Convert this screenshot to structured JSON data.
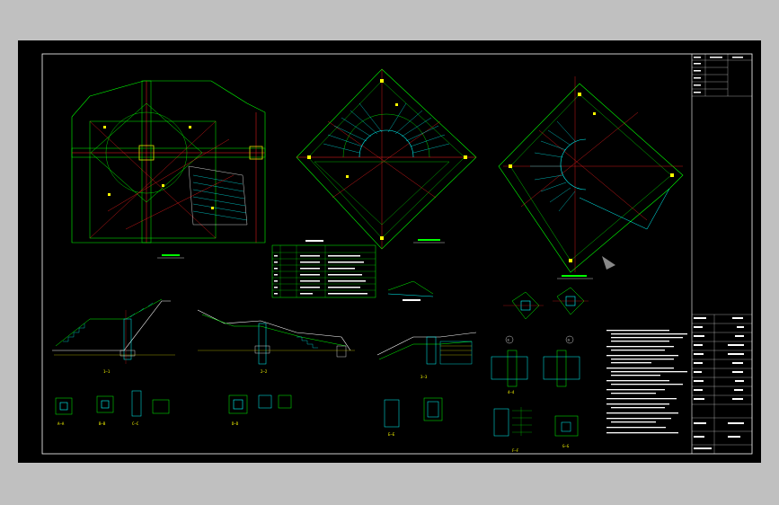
{
  "colors": {
    "background": "#c0c0c0",
    "sheet": "#000000",
    "line_structure": "#00ff00",
    "line_axis": "#ff2020",
    "line_member": "#00ffff",
    "line_border": "#ffffff",
    "line_dim": "#ffff00"
  },
  "section_marks": {
    "s11": "1—1",
    "s22": "2—2",
    "s33": "3—3",
    "s44": "4—4",
    "sA": "A—A",
    "sB": "B—B",
    "sC": "C—C",
    "sD": "D—D",
    "sE": "E—E",
    "sF": "F—F",
    "sG": "G—G",
    "d1": "①",
    "d2": "②"
  }
}
